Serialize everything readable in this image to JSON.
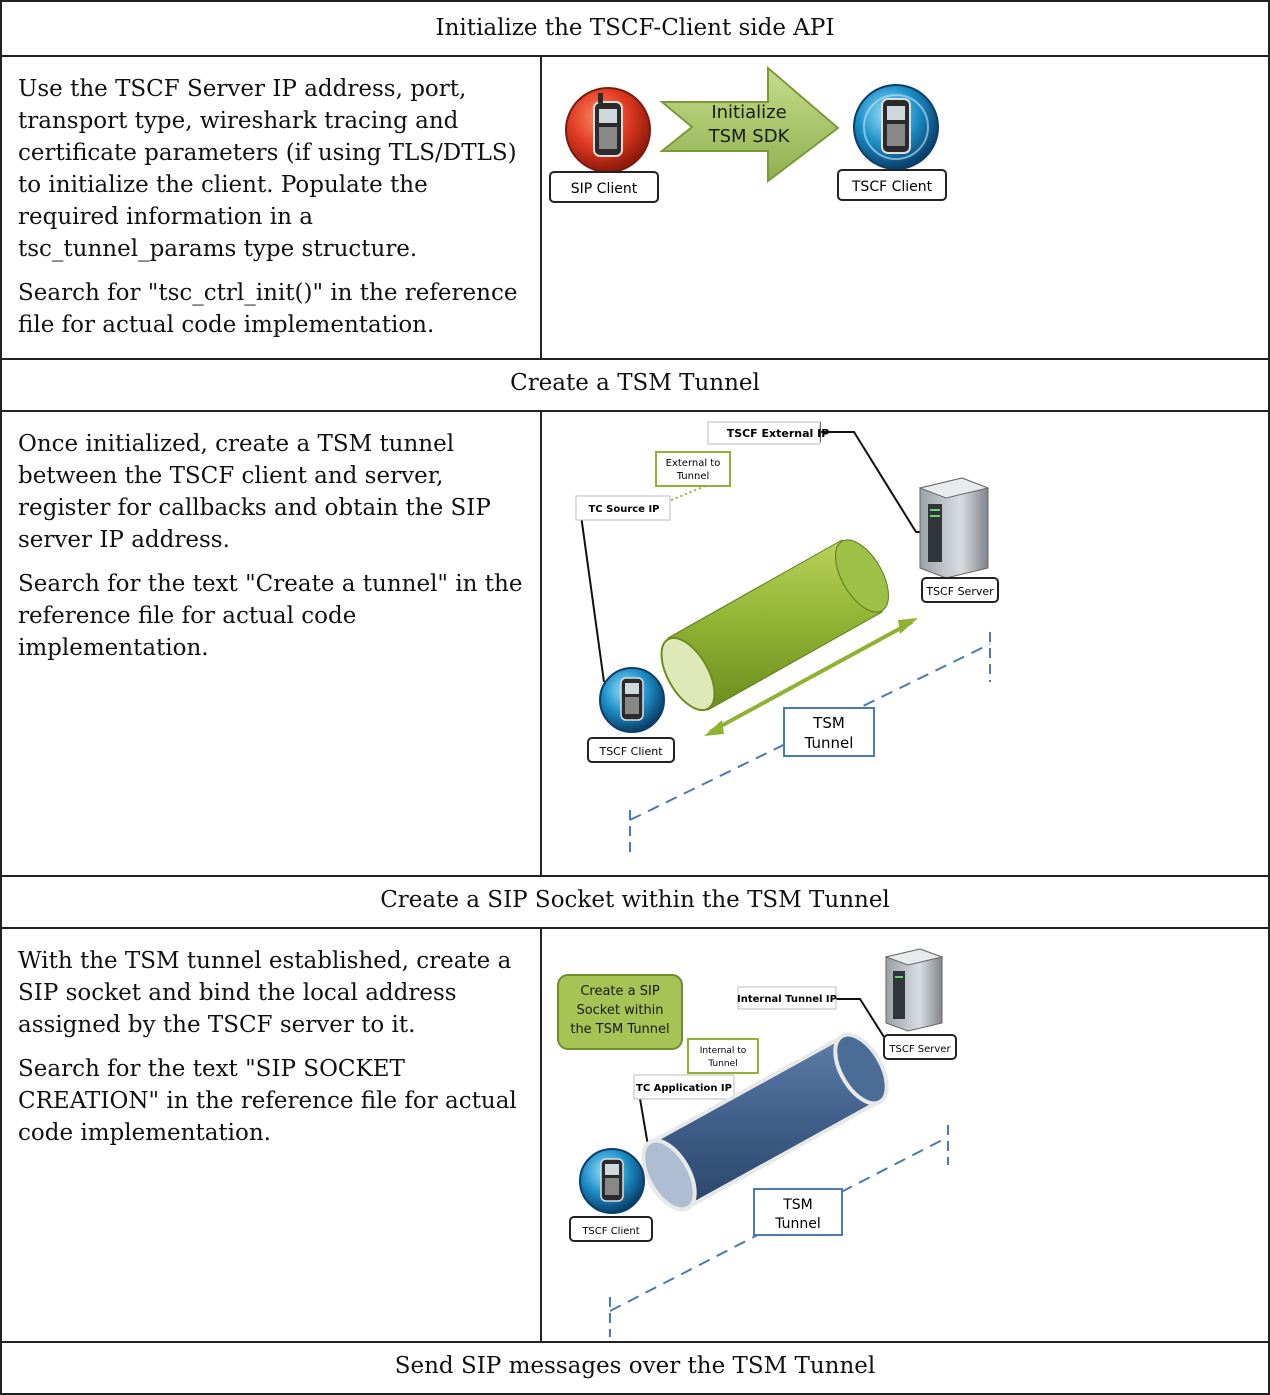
{
  "sections": [
    {
      "title": "Initialize the TSCF-Client side API",
      "paragraphs": [
        "Use the TSCF Server IP address, port, transport type, wireshark tracing and certificate parameters (if using TLS/DTLS) to initialize the client. Populate the required information in a tsc_tunnel_params type structure.",
        "Search for \"tsc_ctrl_init()\" in the reference file for actual code implementation."
      ],
      "figure": {
        "sip_client_label": "SIP Client",
        "arrow_text_line1": "Initialize",
        "arrow_text_line2": "TSM SDK",
        "tscf_client_label": "TSCF Client"
      }
    },
    {
      "title": "Create a TSM Tunnel",
      "paragraphs": [
        "Once initialized, create a TSM tunnel between the TSCF client and server, register for callbacks and obtain the SIP server IP address.",
        "Search for the text \"Create a tunnel\" in the reference file for actual code implementation."
      ],
      "figure": {
        "external_ip_label": "TSCF External IP",
        "external_to_tunnel_line1": "External to",
        "external_to_tunnel_line2": "Tunnel",
        "source_ip_label": "TC Source IP",
        "server_label": "TSCF Server",
        "client_label": "TSCF Client",
        "tunnel_line1": "TSM",
        "tunnel_line2": "Tunnel"
      }
    },
    {
      "title": "Create a SIP Socket within the TSM Tunnel",
      "paragraphs": [
        "With the TSM tunnel established, create a SIP socket and bind the local address assigned by the TSCF server to it.",
        "Search for the text \"SIP SOCKET CREATION\" in the reference file for actual code implementation."
      ],
      "figure": {
        "callout_line1": "Create a SIP",
        "callout_line2": "Socket within",
        "callout_line3": "the TSM Tunnel",
        "internal_ip_label": "Internal Tunnel IP",
        "internal_to_tunnel_line1": "Internal to",
        "internal_to_tunnel_line2": "Tunnel",
        "application_ip_label": "TC Application IP",
        "server_label": "TSCF Server",
        "client_label": "TSCF Client",
        "tunnel_line1": "TSM",
        "tunnel_line2": "Tunnel"
      }
    },
    {
      "title": "Send SIP messages over the TSM Tunnel"
    }
  ]
}
